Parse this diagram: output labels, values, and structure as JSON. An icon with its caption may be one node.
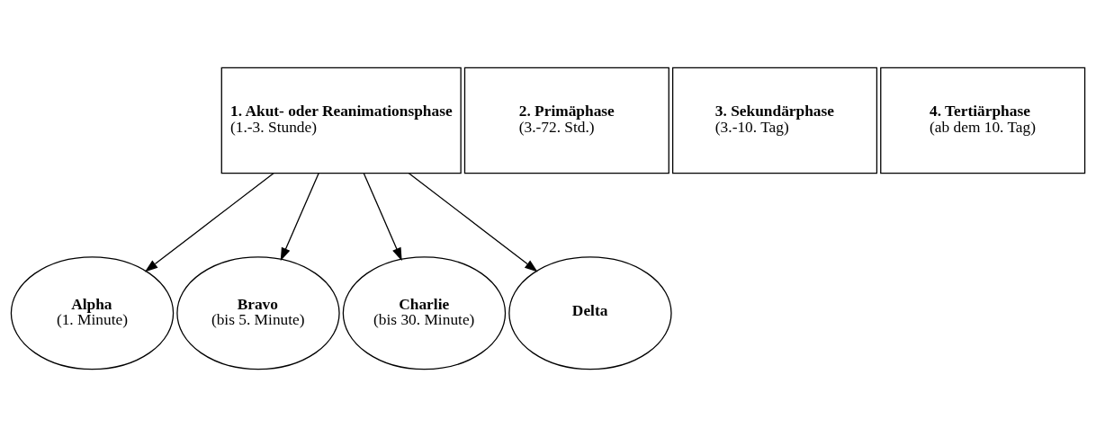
{
  "diagram": {
    "nodes": [
      {
        "text": [
          "1. Akut- oder Reanimationsphase",
          "(1.-3. Stunde)"
        ]
      },
      {
        "text": [
          "2. Primäphase",
          "(3.-72. Std.)"
        ]
      },
      {
        "text": [
          "3. Sekundärphase",
          "(3.-10. Tag)"
        ]
      },
      {
        "text": [
          "4. Tertiärphase",
          "(ab dem 10. Tag)"
        ]
      },
      {
        "text": [
          "Alpha",
          "(1. Minute)"
        ]
      },
      {
        "text": [
          "Bravo",
          "(bis 5. Minute)"
        ]
      },
      {
        "text": [
          "Charlie",
          "(bis 30. Minute)"
        ]
      },
      {
        "text": [
          "Delta"
        ]
      }
    ],
    "edges": [
      {
        "from": 0,
        "to": 4,
        "arrow": "to"
      },
      {
        "from": 0,
        "to": 5,
        "arrow": "to"
      },
      {
        "from": 0,
        "to": 6,
        "arrow": "to"
      },
      {
        "from": 0,
        "to": 7,
        "arrow": "to"
      }
    ]
  }
}
